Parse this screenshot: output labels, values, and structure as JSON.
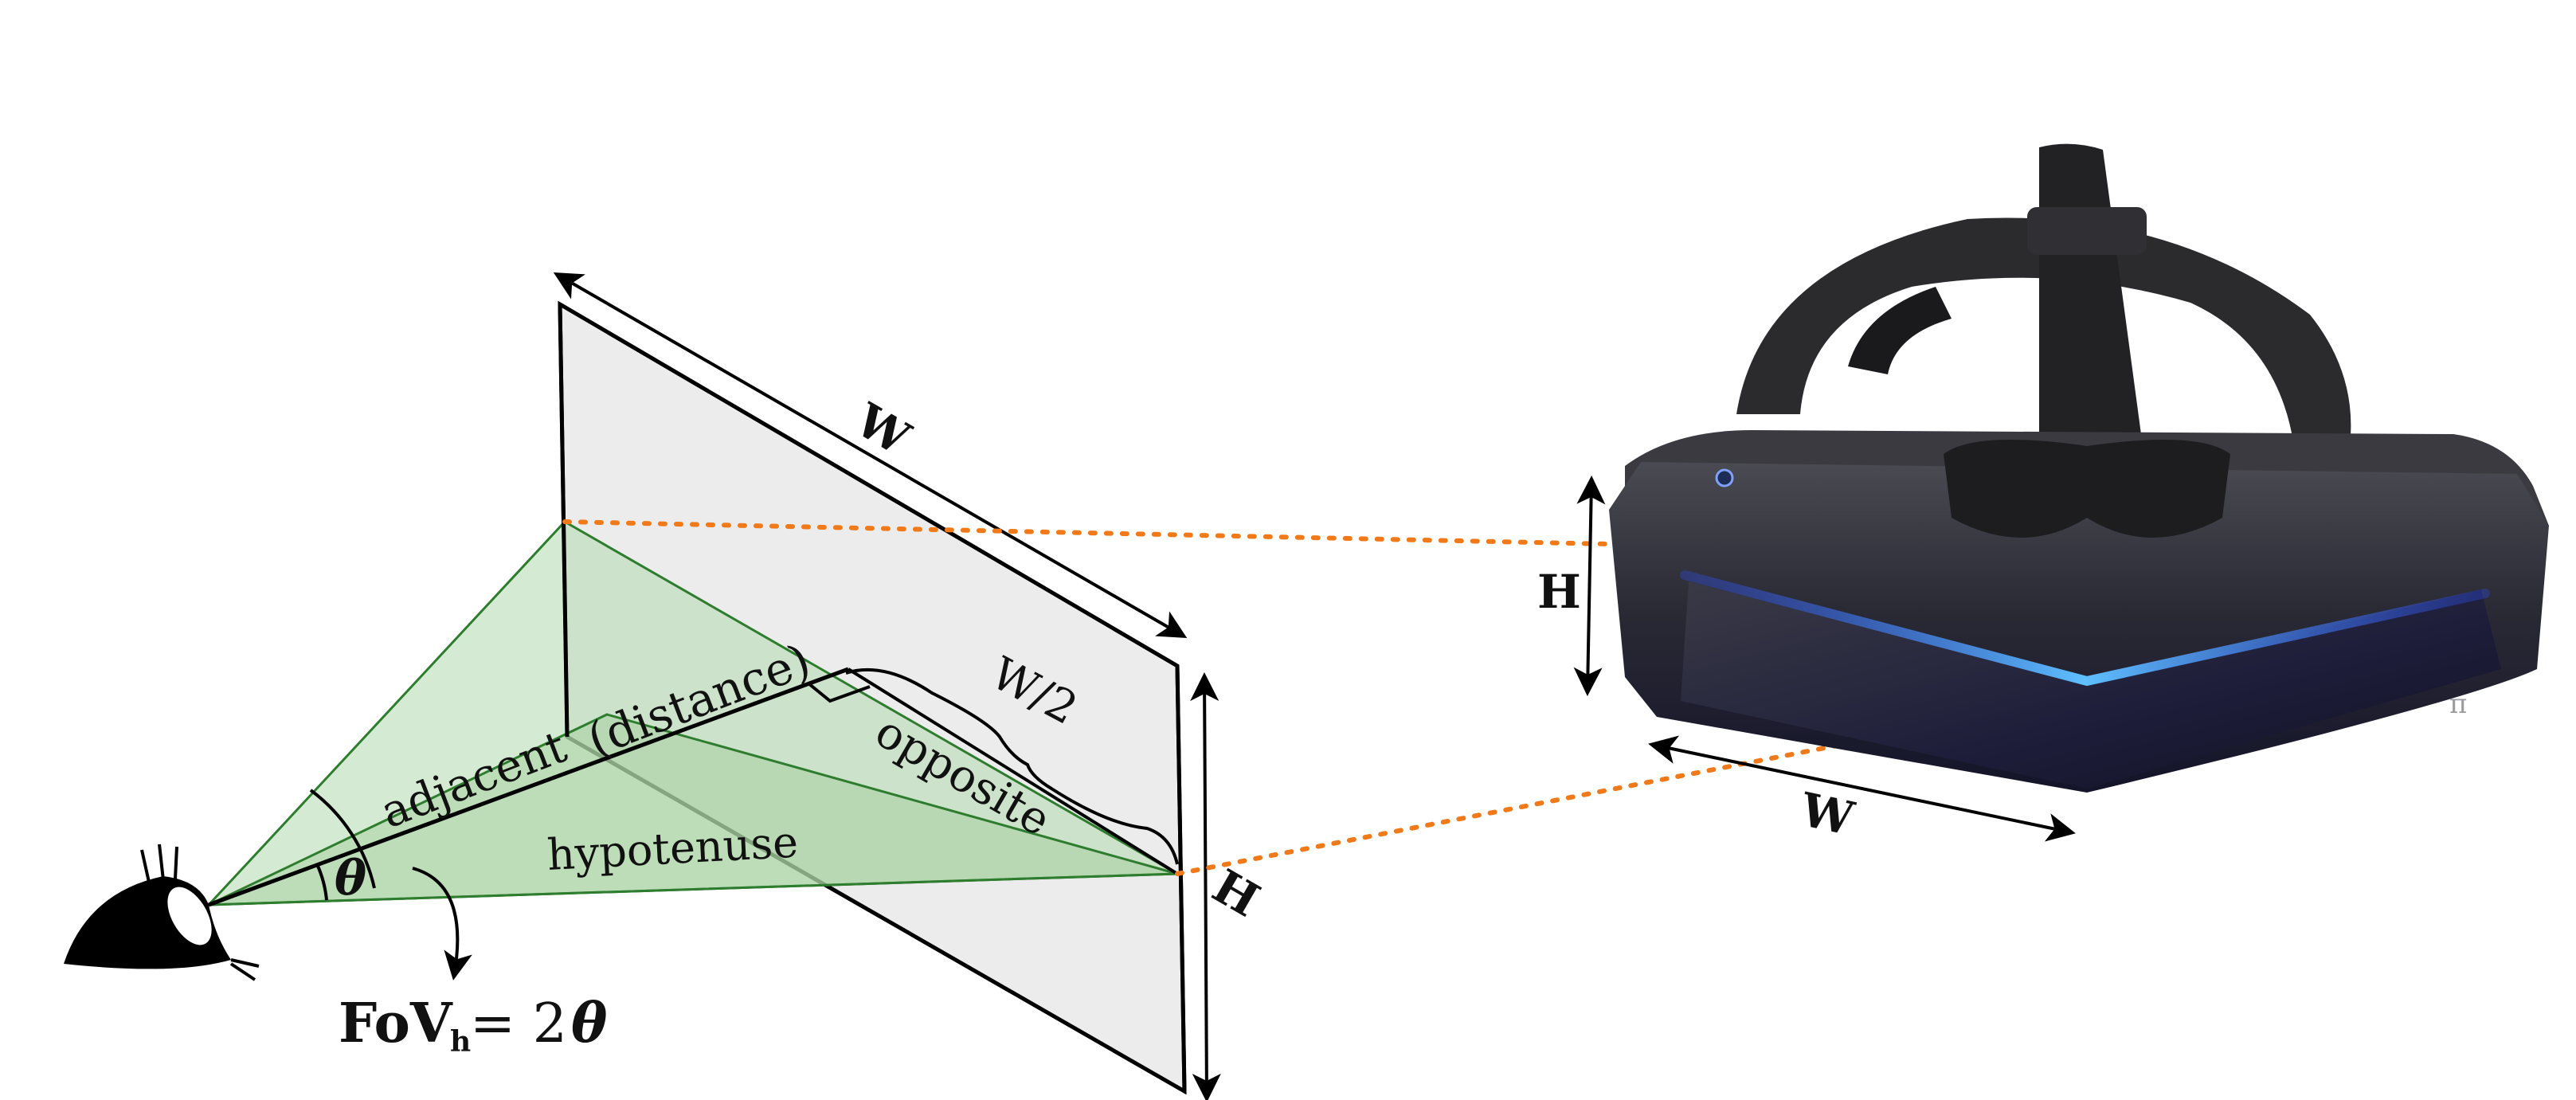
{
  "labels": {
    "w_screen": "W",
    "half_w": "W/2",
    "distance": "(distance)",
    "adjacent": "adjacent",
    "opposite": "opposite",
    "hypotenuse": "hypotenuse",
    "h_screen": "H",
    "theta": "θ",
    "fov_main": "FoV",
    "fov_sub": "h",
    "fov_eq": "= 2",
    "fov_theta": "θ",
    "h_headset": "H",
    "w_headset": "W",
    "headset_logo": "π"
  },
  "colors": {
    "frustum_fill": "#b9dcb4",
    "frustum_edge": "#2e7d2e",
    "screen_fill": "#ececec",
    "projection_dots": "#f07a1a",
    "headset_body": "#2a2a30",
    "headset_light": "#4aa8ff"
  },
  "icons": {
    "eye": "eye-icon",
    "headset": "vr-headset-image"
  }
}
